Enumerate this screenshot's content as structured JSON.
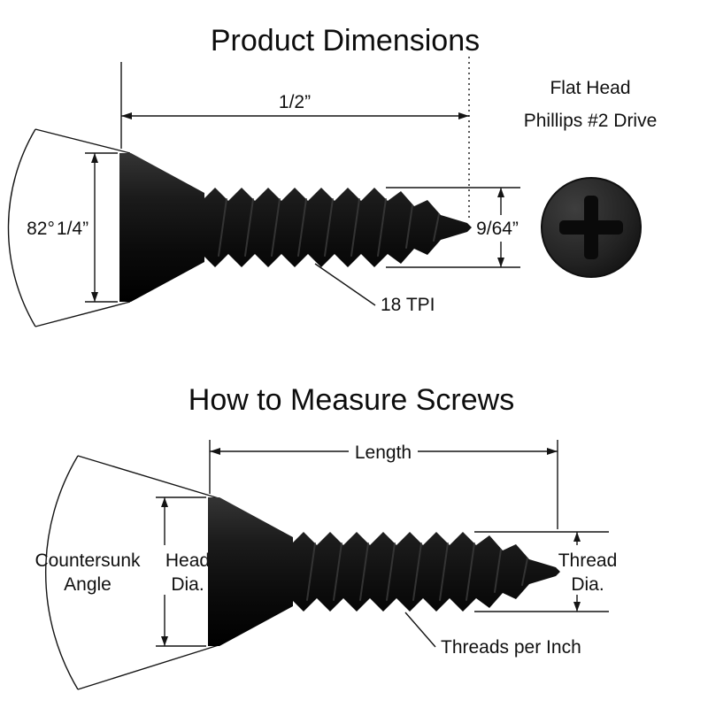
{
  "top": {
    "title": "Product Dimensions",
    "length_label": "1/2”",
    "angle_label": "82°",
    "head_dia_label": "1/4”",
    "thread_dia_label": "9/64”",
    "tpi_label": "18 TPI",
    "drive_line1": "Flat Head",
    "drive_line2": "Phillips #2 Drive"
  },
  "bottom": {
    "title": "How to Measure Screws",
    "length_label": "Length",
    "angle_label_line1": "Countersunk",
    "angle_label_line2": "Angle",
    "head_dia_line1": "Head",
    "head_dia_line2": "Dia.",
    "thread_dia_line1": "Thread",
    "thread_dia_line2": "Dia.",
    "tpi_label": "Threads per Inch"
  },
  "colors": {
    "ink": "#141414",
    "screw_dark": "#050505",
    "screw_light": "#2f2f2f",
    "recess": "#0a0a0a"
  }
}
